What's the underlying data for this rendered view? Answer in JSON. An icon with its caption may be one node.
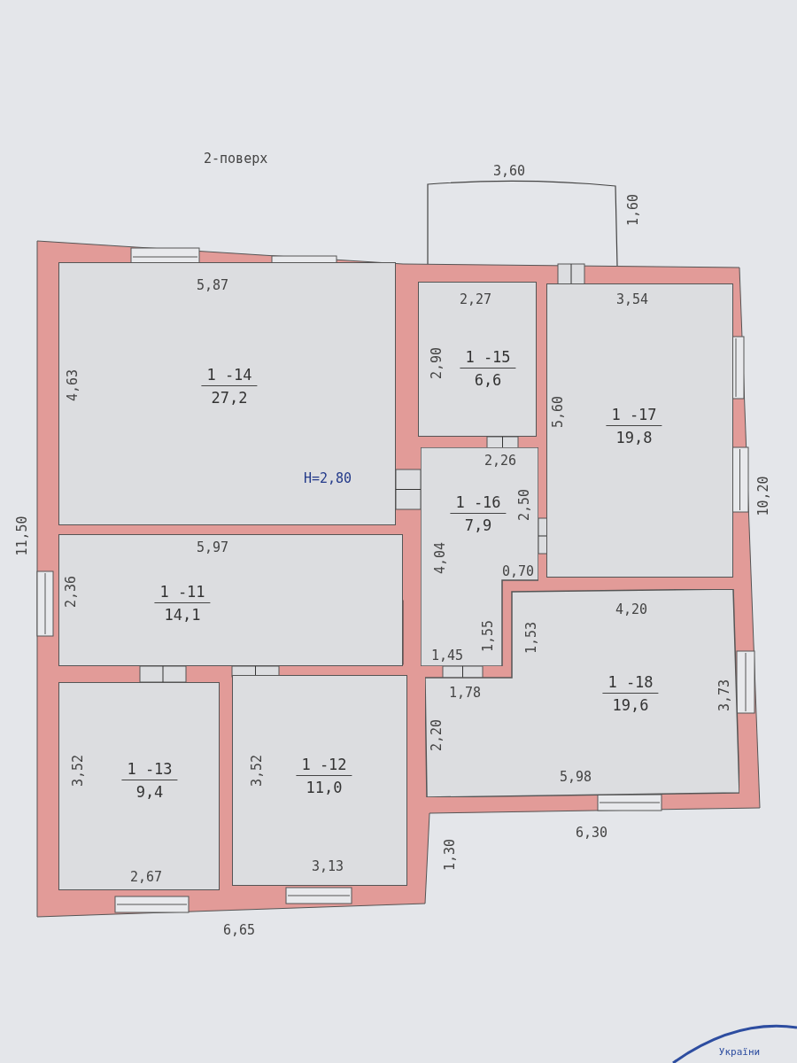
{
  "diagram": {
    "title": "2-поверх",
    "nodes": [
      {
        "text": [
          "1 -14",
          "27,2"
        ]
      },
      {
        "text": [
          "1 -15",
          "6,6"
        ]
      },
      {
        "text": [
          "1 -17",
          "19,8"
        ]
      },
      {
        "text": [
          "1 -16",
          "7,9"
        ]
      },
      {
        "text": [
          "1 -11",
          "14,1"
        ]
      },
      {
        "text": [
          "1 -18",
          "19,6"
        ]
      },
      {
        "text": [
          "1 -13",
          "9,4"
        ]
      },
      {
        "text": [
          "1 -12",
          "11,0"
        ]
      }
    ],
    "labels": [
      "3,60",
      "1,60",
      "5,87",
      "2,27",
      "3,54",
      "2,90",
      "4,63",
      "5,60",
      "Н=2,80",
      "2,26",
      "2,50",
      "11,50",
      "10,20",
      "5,97",
      "4,04",
      "0,70",
      "2,36",
      "4,20",
      "1,53",
      "1,55",
      "1,45",
      "1,78",
      "3,73",
      "2,20",
      "3,52",
      "3,52",
      "5,98",
      "6,30",
      "1,30",
      "3,13",
      "2,67",
      "6,65",
      "України"
    ]
  }
}
